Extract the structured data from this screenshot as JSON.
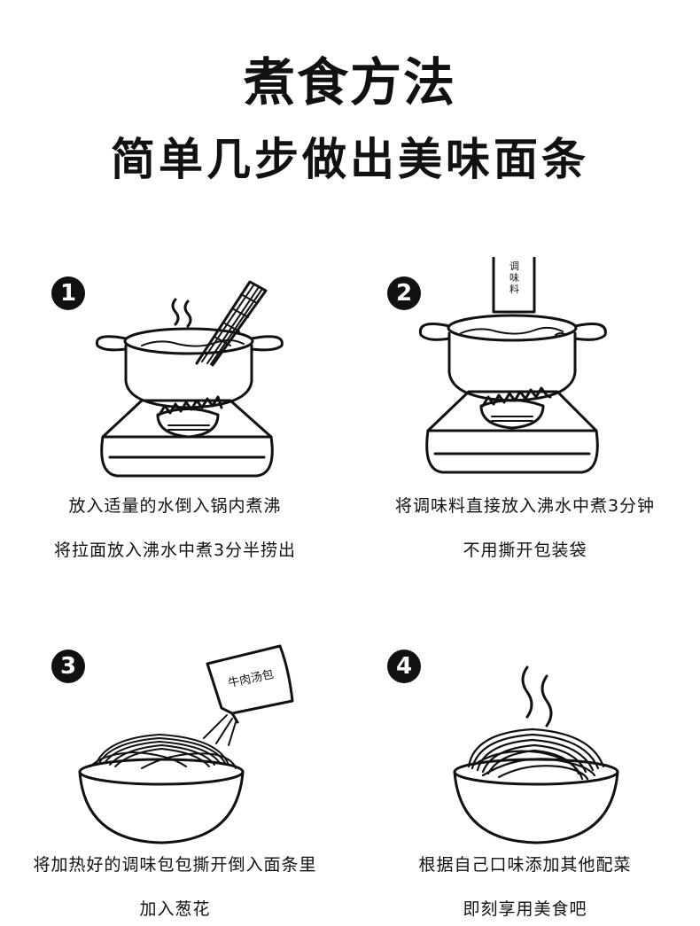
{
  "header": {
    "title": "煮食方法",
    "subtitle": "简单几步做出美味面条"
  },
  "steps": [
    {
      "number": "1",
      "line1": "放入适量的水倒入锅内煮沸",
      "line2": "将拉面放入沸水中煮3分半捞出"
    },
    {
      "number": "2",
      "line1": "将调味料直接放入沸水中煮3分钟",
      "line2": "不用撕开包装袋",
      "packet_label": "调味料"
    },
    {
      "number": "3",
      "line1": "将加热好的调味包包撕开倒入面条里",
      "line2": "加入葱花",
      "packet_label": "牛肉汤包"
    },
    {
      "number": "4",
      "line1": "根据自己口味添加其他配菜",
      "line2": "即刻享用美食吧"
    }
  ],
  "icons": [
    "pot-icon",
    "noodles-icon",
    "stove-icon",
    "steam-icon",
    "seasoning-packet-icon",
    "bowl-icon"
  ],
  "colors": {
    "ink": "#111111",
    "background": "#ffffff"
  }
}
